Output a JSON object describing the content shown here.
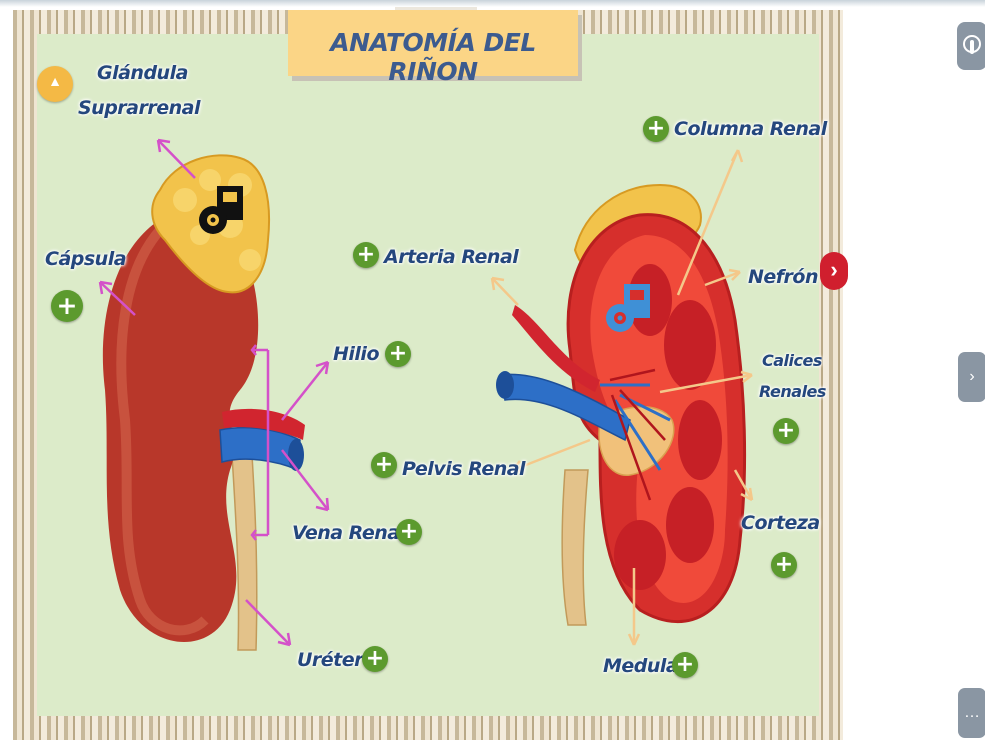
{
  "title": "ANATOMÍA DEL RIÑON",
  "labels": {
    "glandula_line1": "Glándula",
    "glandula_line2": "Suprarrenal",
    "capsula": "Cápsula",
    "hilio": "Hilio",
    "vena_renal": "Vena Renal",
    "ureter": "Uréter",
    "arteria_renal": "Arteria Renal",
    "pelvis_renal": "Pelvis Renal",
    "columna_renal": "Columna Renal",
    "nefron": "Nefrón",
    "calices_line1": "Calices",
    "calices_line2": "Renales",
    "corteza": "Corteza",
    "medula": "Medula"
  },
  "plus_symbol": "+",
  "glyphs": {
    "next": "›",
    "more": "…",
    "audio": "▲"
  },
  "colors": {
    "board_bg": "#dcebc9",
    "title_bg": "#fbd586",
    "label_text": "#24477d",
    "plus_green": "#5c9a2e",
    "pink_arrow": "#d451c9",
    "peach_arrow": "#f4c88a",
    "next_red": "#d01f2e"
  },
  "icons": [
    "audio-icon",
    "move-icon",
    "plus-icon",
    "next-arrow-icon",
    "more-icon"
  ]
}
